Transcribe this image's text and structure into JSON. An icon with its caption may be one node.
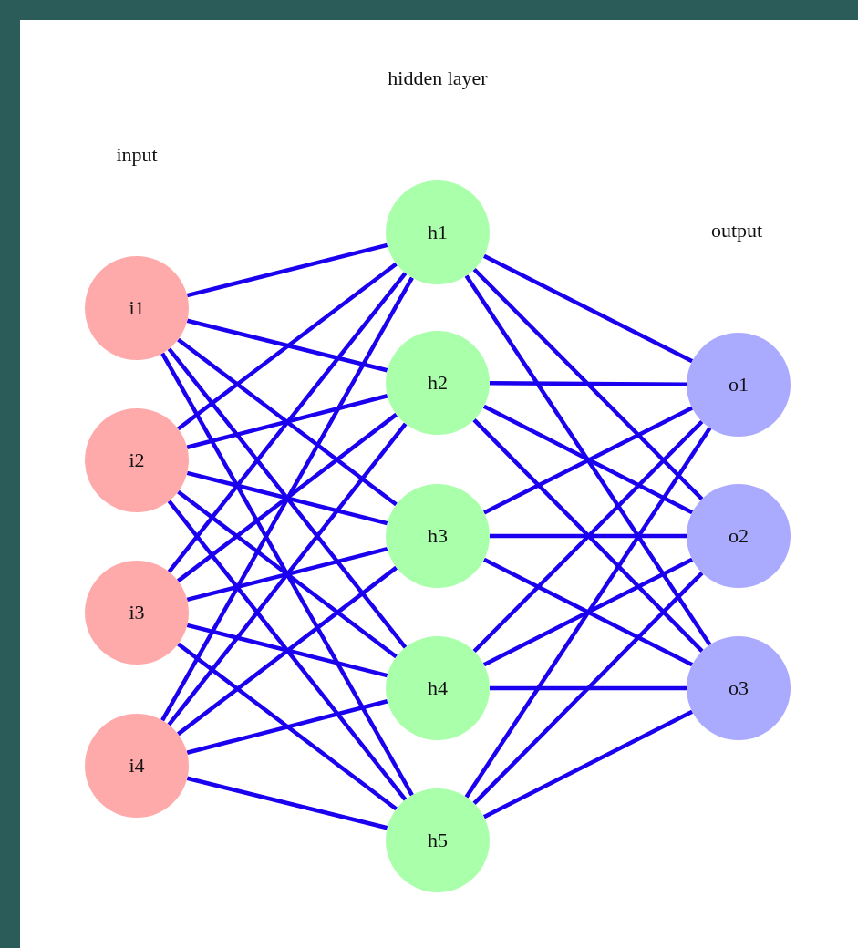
{
  "diagram": {
    "nodes": [
      {
        "text": [
          "i1"
        ]
      },
      {
        "text": [
          "i2"
        ]
      },
      {
        "text": [
          "i3"
        ]
      },
      {
        "text": [
          "i4"
        ]
      },
      {
        "text": [
          "h1"
        ]
      },
      {
        "text": [
          "h2"
        ]
      },
      {
        "text": [
          "h3"
        ]
      },
      {
        "text": [
          "h4"
        ]
      },
      {
        "text": [
          "h5"
        ]
      },
      {
        "text": [
          "o1"
        ]
      },
      {
        "text": [
          "o2"
        ]
      },
      {
        "text": [
          "o3"
        ]
      }
    ],
    "edges": [
      {
        "from": 0,
        "to": 4,
        "arrow": "none"
      },
      {
        "from": 0,
        "to": 5,
        "arrow": "none"
      },
      {
        "from": 0,
        "to": 6,
        "arrow": "none"
      },
      {
        "from": 0,
        "to": 7,
        "arrow": "none"
      },
      {
        "from": 0,
        "to": 8,
        "arrow": "none"
      },
      {
        "from": 1,
        "to": 4,
        "arrow": "none"
      },
      {
        "from": 1,
        "to": 5,
        "arrow": "none"
      },
      {
        "from": 1,
        "to": 6,
        "arrow": "none"
      },
      {
        "from": 1,
        "to": 7,
        "arrow": "none"
      },
      {
        "from": 1,
        "to": 8,
        "arrow": "none"
      },
      {
        "from": 2,
        "to": 4,
        "arrow": "none"
      },
      {
        "from": 2,
        "to": 5,
        "arrow": "none"
      },
      {
        "from": 2,
        "to": 6,
        "arrow": "none"
      },
      {
        "from": 2,
        "to": 7,
        "arrow": "none"
      },
      {
        "from": 2,
        "to": 8,
        "arrow": "none"
      },
      {
        "from": 3,
        "to": 4,
        "arrow": "none"
      },
      {
        "from": 3,
        "to": 5,
        "arrow": "none"
      },
      {
        "from": 3,
        "to": 6,
        "arrow": "none"
      },
      {
        "from": 3,
        "to": 7,
        "arrow": "none"
      },
      {
        "from": 3,
        "to": 8,
        "arrow": "none"
      },
      {
        "from": 4,
        "to": 9,
        "arrow": "none"
      },
      {
        "from": 4,
        "to": 10,
        "arrow": "none"
      },
      {
        "from": 4,
        "to": 11,
        "arrow": "none"
      },
      {
        "from": 5,
        "to": 9,
        "arrow": "none"
      },
      {
        "from": 5,
        "to": 10,
        "arrow": "none"
      },
      {
        "from": 5,
        "to": 11,
        "arrow": "none"
      },
      {
        "from": 6,
        "to": 9,
        "arrow": "none"
      },
      {
        "from": 6,
        "to": 10,
        "arrow": "none"
      },
      {
        "from": 6,
        "to": 11,
        "arrow": "none"
      },
      {
        "from": 7,
        "to": 9,
        "arrow": "none"
      },
      {
        "from": 7,
        "to": 10,
        "arrow": "none"
      },
      {
        "from": 7,
        "to": 11,
        "arrow": "none"
      },
      {
        "from": 8,
        "to": 9,
        "arrow": "none"
      },
      {
        "from": 8,
        "to": 10,
        "arrow": "none"
      },
      {
        "from": 8,
        "to": 11,
        "arrow": "none"
      }
    ],
    "labels": [
      "hidden layer",
      "input",
      "output"
    ]
  }
}
